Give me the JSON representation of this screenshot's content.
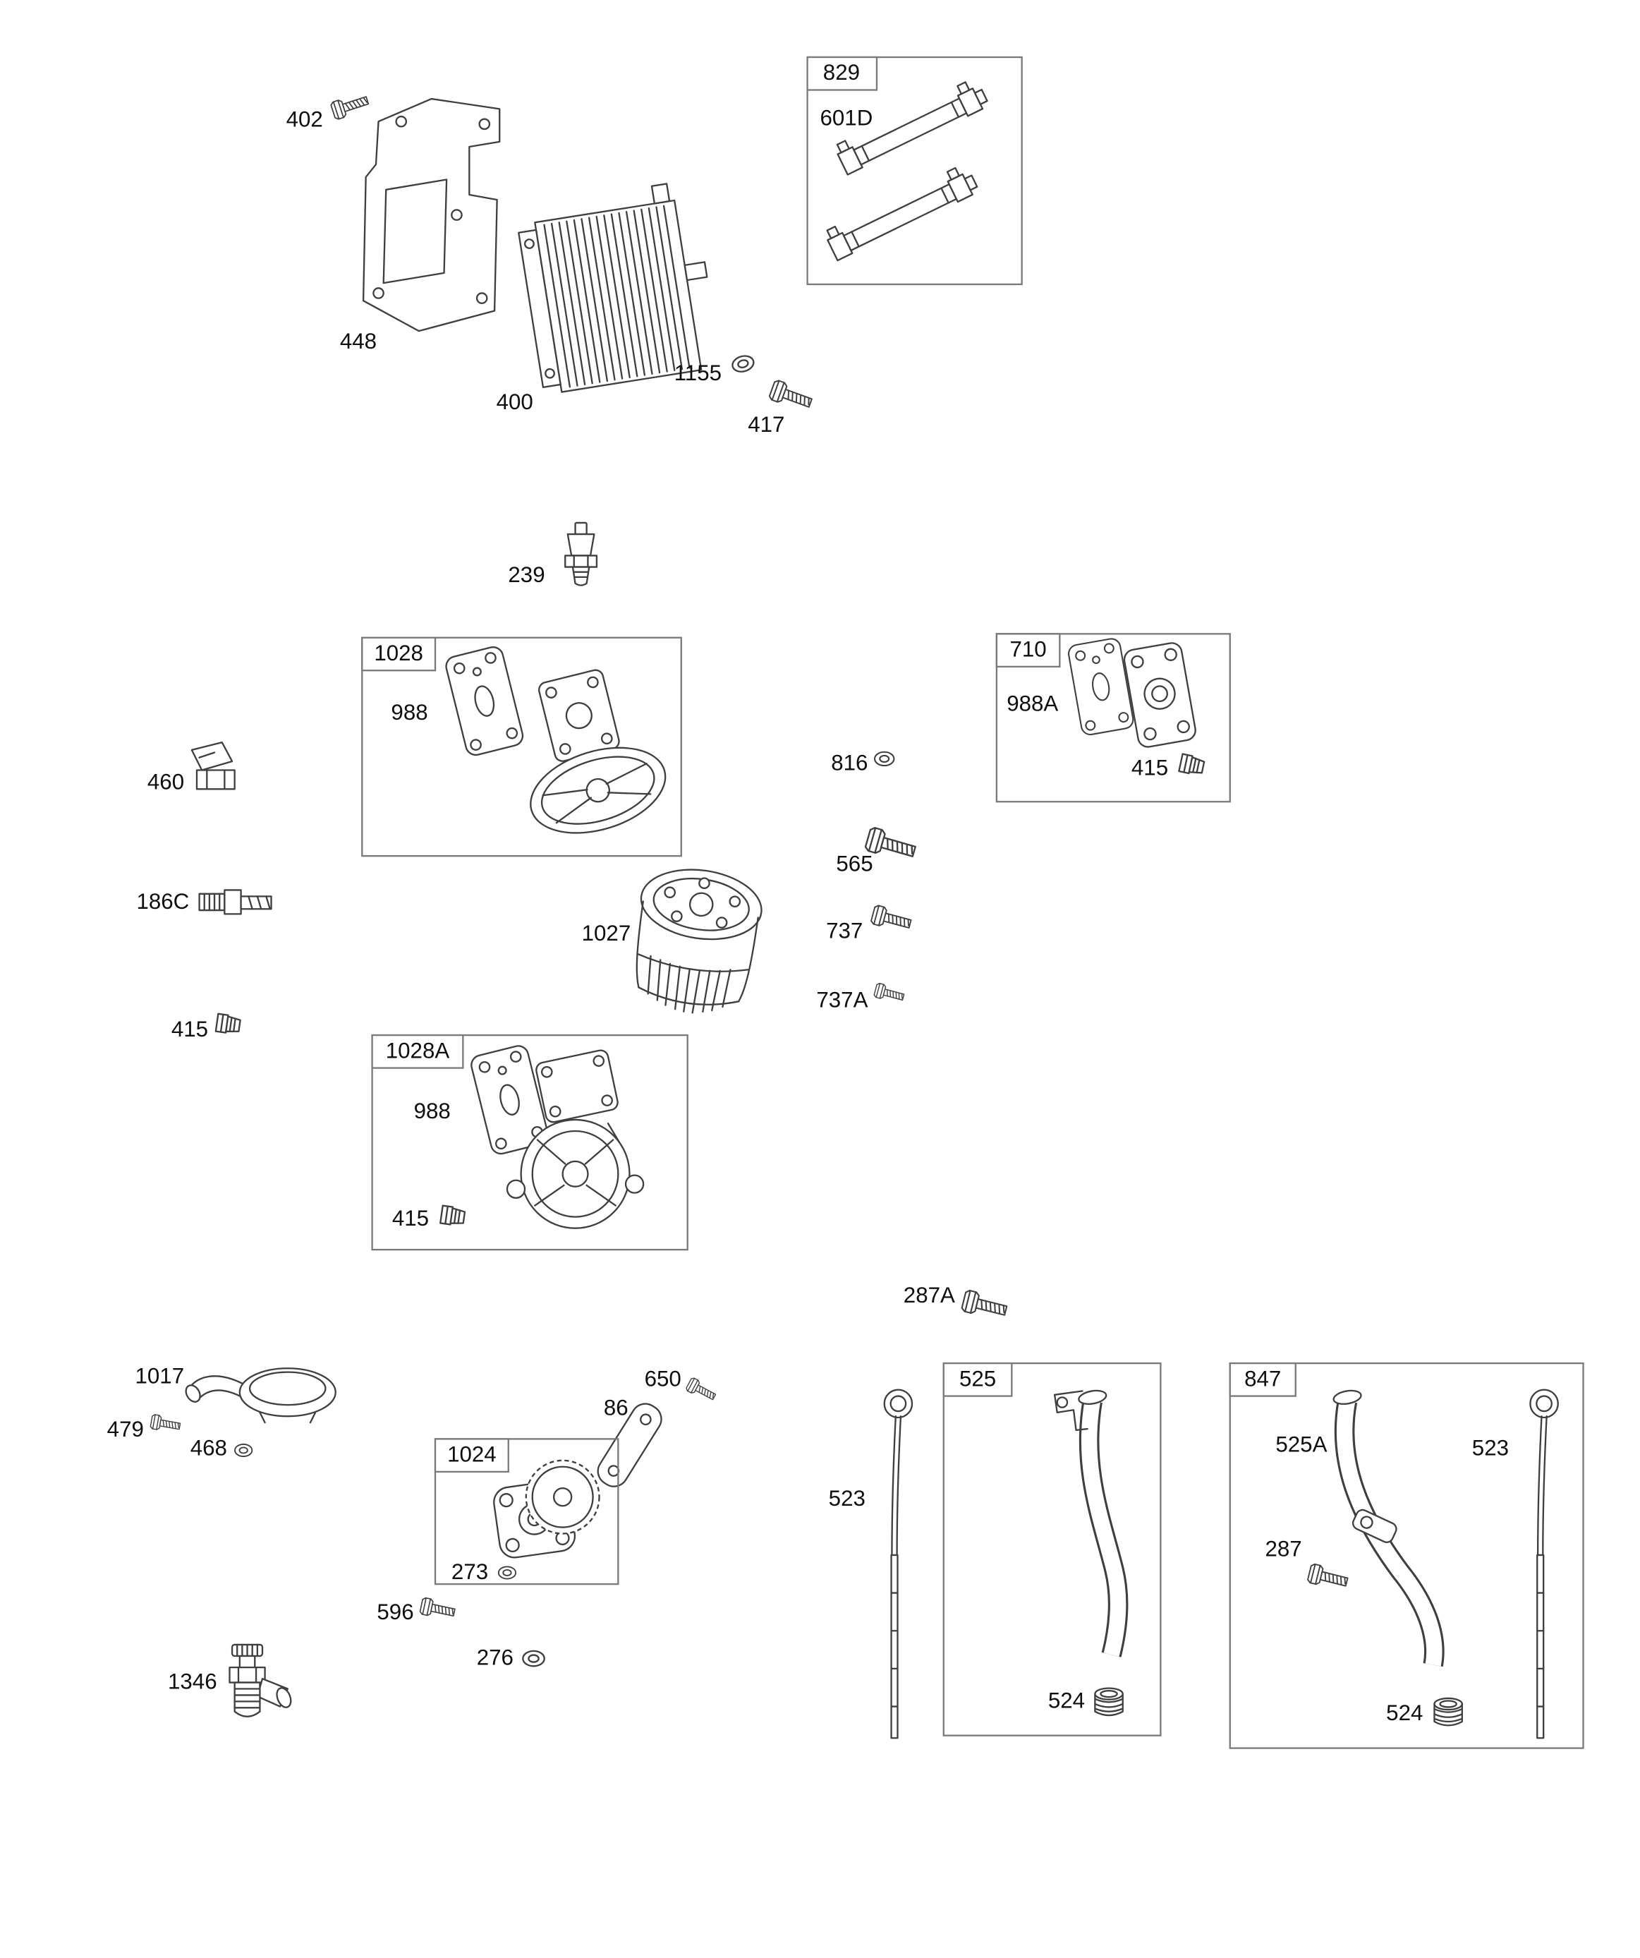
{
  "diagram": {
    "colors": {
      "background": "#ffffff",
      "line": "#3f3f3f",
      "box_border": "#7a7a7a",
      "label_text": "#0f0f0f"
    },
    "callouts": {
      "402": "402",
      "448": "448",
      "400": "400",
      "1155": "1155",
      "417": "417",
      "829": "829",
      "601D": "601D",
      "239": "239",
      "1028": "1028",
      "988": "988",
      "710": "710",
      "988A": "988A",
      "415": "415",
      "460": "460",
      "816": "816",
      "565": "565",
      "186C": "186C",
      "1027": "1027",
      "737": "737",
      "737A": "737A",
      "1028A": "1028A",
      "287A": "287A",
      "1017": "1017",
      "479": "479",
      "468": "468",
      "650": "650",
      "86": "86",
      "1024": "1024",
      "273": "273",
      "596": "596",
      "276": "276",
      "1346": "1346",
      "523": "523",
      "525": "525",
      "524": "524",
      "847": "847",
      "525A": "525A",
      "287": "287"
    }
  }
}
